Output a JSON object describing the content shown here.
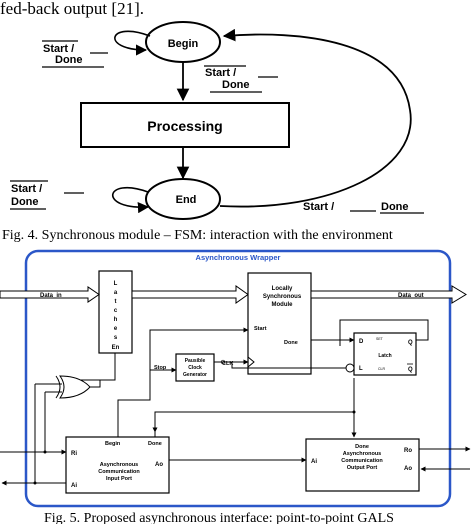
{
  "top_text": "fed-back output [21].",
  "fig4": {
    "caption": "Fig. 4. Synchronous module – FSM: interaction with the environment",
    "states": {
      "begin": "Begin",
      "processing": "Processing",
      "end": "End"
    },
    "labels": {
      "begin_self_loop": {
        "start": "Start /",
        "done": "Done"
      },
      "begin_to_processing": {
        "start": "Start /",
        "done": "Done"
      },
      "end_self_loop": {
        "start": "Start /",
        "done": "Done"
      },
      "end_to_begin": {
        "start": "Start /",
        "done": "Done"
      }
    }
  },
  "fig5": {
    "caption": "Fig. 5. Proposed asynchronous interface: point-to-point GALS",
    "wrapper_title": "Asynchronous Wrapper",
    "latches": {
      "letters": [
        "L",
        "a",
        "t",
        "c",
        "h",
        "e",
        "s"
      ],
      "en": "En"
    },
    "data_in": "Data_in",
    "data_out": "Data_out",
    "lsm": {
      "title": [
        "Locally",
        "Synchronous",
        "Module"
      ],
      "start": "Start",
      "done": "Done"
    },
    "clock_gen": {
      "title": [
        "Pausible",
        "Clock",
        "Generator"
      ],
      "stop": "Stop",
      "clk": "CLK"
    },
    "latch": {
      "d": "D",
      "set": "SET",
      "latch": "Latch",
      "q": "Q",
      "l": "L",
      "clr": "CLR",
      "qbar": "Q"
    },
    "input_port": {
      "title": [
        "Asynchronous",
        "Communication",
        "Input Port"
      ],
      "begin": "Begin",
      "done": "Done",
      "ri": "Ri",
      "ao": "Ao",
      "ai": "Ai"
    },
    "output_port": {
      "title": [
        "Asynchronous",
        "Communication",
        "Output Port"
      ],
      "done": "Done",
      "ai": "Ai",
      "ro": "Ro",
      "ao": "Ao"
    }
  }
}
